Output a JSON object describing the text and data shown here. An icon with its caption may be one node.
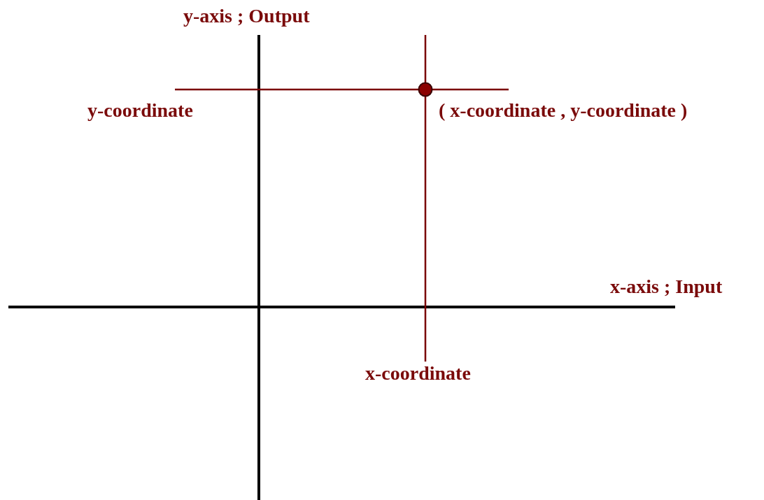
{
  "diagram": {
    "labels": [
      "y-axis ; Output",
      "y-coordinate",
      "( x-coordinate , y-coordinate )",
      "x-axis ; Input",
      "x-coordinate"
    ]
  }
}
